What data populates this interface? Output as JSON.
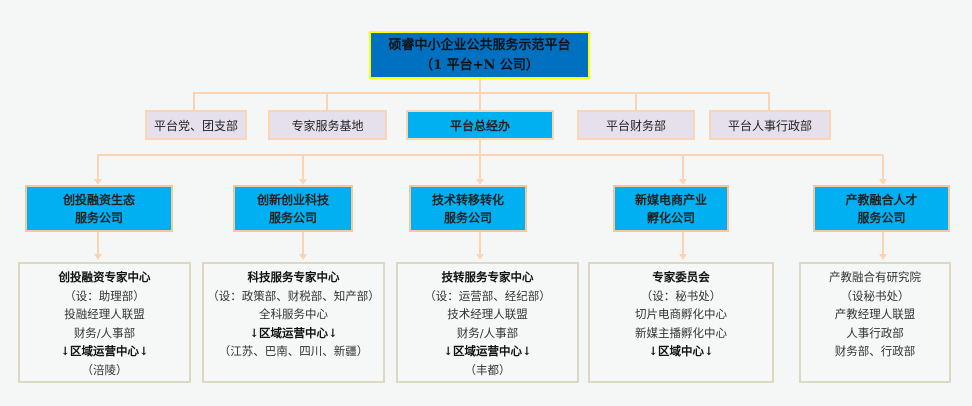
{
  "root": {
    "line1": "硕睿中小企业公共服务示范平台",
    "line2": "（1 平台+N 公司）"
  },
  "departments": [
    "平台党、团支部",
    "专家服务基地",
    "平台总经办",
    "平台财务部",
    "平台人事行政部"
  ],
  "companies": [
    {
      "line1": "创投融资生态",
      "line2": "服务公司"
    },
    {
      "line1": "创新创业科技",
      "line2": "服务公司"
    },
    {
      "line1": "技术转移转化",
      "line2": "服务公司"
    },
    {
      "line1": "新媒电商产业",
      "line2": "孵化公司"
    },
    {
      "line1": "产教融合人才",
      "line2": "服务公司"
    }
  ],
  "details": [
    {
      "lines": [
        "创投融资专家中心",
        "（设：助理部）",
        "投融经理人联盟",
        "财务/人事部",
        "↓区域运营中心↓",
        "（涪陵）"
      ],
      "bold": [
        0,
        4
      ]
    },
    {
      "lines": [
        "科技服务专家中心",
        "（设：政策部、财税部、知产部）",
        "全科服务中心",
        "↓区域运营中心↓",
        "（江苏、巴南、四川、新疆）"
      ],
      "bold": [
        0,
        3
      ]
    },
    {
      "lines": [
        "技转服务专家中心",
        "（设：运营部、经纪部）",
        "技术经理人联盟",
        "财务/人事部",
        "↓区域运营中心↓",
        "（丰都）"
      ],
      "bold": [
        0,
        4
      ]
    },
    {
      "lines": [
        "专家委员会",
        "（设：秘书处）",
        "切片电商孵化中心",
        "新媒主播孵化中心",
        "↓区域中心↓"
      ],
      "bold": [
        0,
        4
      ]
    },
    {
      "lines": [
        "产教融合有研究院",
        "（设秘书处）",
        "产教经理人联盟",
        "人事行政部",
        "财务部、行政部"
      ],
      "bold": []
    }
  ]
}
